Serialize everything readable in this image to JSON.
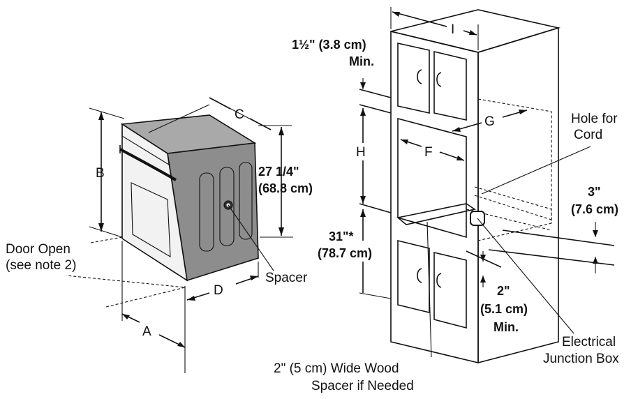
{
  "oven": {
    "dim_b": "B",
    "dim_c": "C",
    "dim_a": "A",
    "dim_d": "D",
    "height_in": "27 1/4\"",
    "height_cm": "(68.8 cm)",
    "door_open_line1": "Door Open",
    "door_open_line2": "(see note 2)",
    "spacer": "Spacer"
  },
  "cabinet": {
    "dim_i": "I",
    "dim_g": "G",
    "dim_h": "H",
    "dim_f": "F",
    "top_gap_line1": "1½\" (3.8 cm)",
    "top_gap_line2": "Min.",
    "hole_line1": "Hole for",
    "hole_line2": "Cord",
    "floor_line1": "31\"*",
    "floor_line2": "(78.7 cm)",
    "side_in": "3\"",
    "side_cm": "(7.6 cm)",
    "bottom_in": "2\"",
    "bottom_cm": "(5.1 cm)",
    "bottom_min": "Min.",
    "junction_line1": "Electrical",
    "junction_line2": "Junction Box",
    "wood_line1": "2\" (5 cm) Wide Wood",
    "wood_line2": "Spacer if Needed"
  },
  "colors": {
    "line": "#111111",
    "oven_top": "#a9a9a9",
    "oven_side": "#8d8d8d",
    "oven_front": "#f2f2f2",
    "window": "#cfcfcf",
    "cutout": "#dcdcdc"
  }
}
